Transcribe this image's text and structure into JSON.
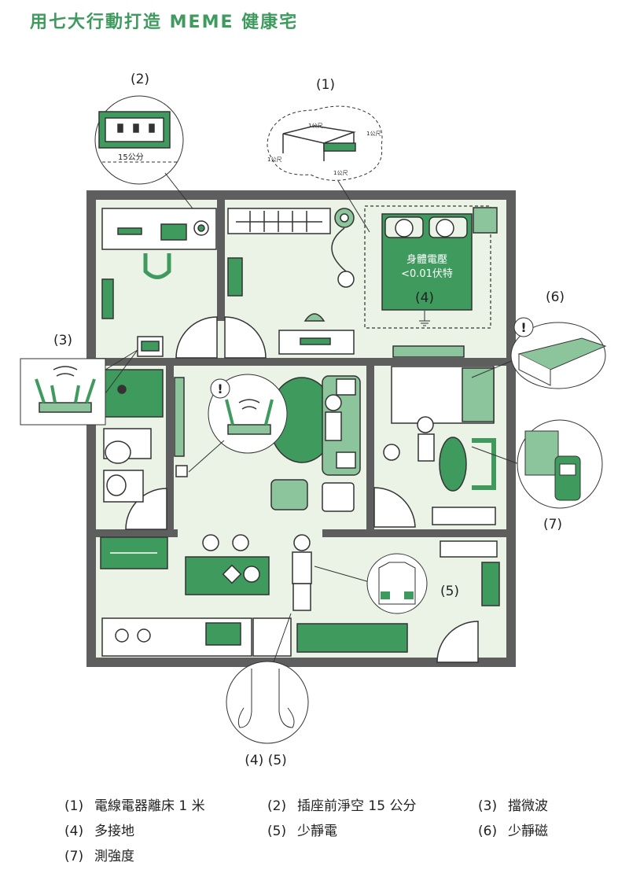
{
  "title": "用七大行動打造 MEME 健康宅",
  "callouts": {
    "c1": "(1)",
    "c2": "(2)",
    "c3": "(3)",
    "c4": "(4)",
    "c5": "(5)",
    "c6": "(6)",
    "c7": "(7)",
    "c45": "(4) (5)"
  },
  "bed_note": {
    "line1": "身體電壓",
    "line2": "<0.01伏特"
  },
  "bubble1_dims": {
    "d1": "1公尺",
    "d2": "1公尺",
    "d3": "1公尺",
    "d4": "1公尺"
  },
  "bubble2_dim": "15公分",
  "legend": [
    {
      "key": "(1)",
      "text": "電線電器離床 1 米"
    },
    {
      "key": "(2)",
      "text": "插座前淨空 15 公分"
    },
    {
      "key": "(3)",
      "text": "擋微波"
    },
    {
      "key": "(4)",
      "text": "多接地"
    },
    {
      "key": "(5)",
      "text": "少靜電"
    },
    {
      "key": "(6)",
      "text": "少靜磁"
    },
    {
      "key": "(7)",
      "text": "測強度"
    }
  ],
  "colors": {
    "accent": "#3f9a5e",
    "room_fill": "#eaf3e6",
    "mid_green": "#8cc59c",
    "wall": "#5e5e5e"
  },
  "icons": [
    "warning-icon",
    "router-icon",
    "bed-icon",
    "outlet-icon",
    "mattress-icon",
    "meter-icon",
    "clipboard-icon",
    "feet-icon",
    "jacket-icon"
  ]
}
